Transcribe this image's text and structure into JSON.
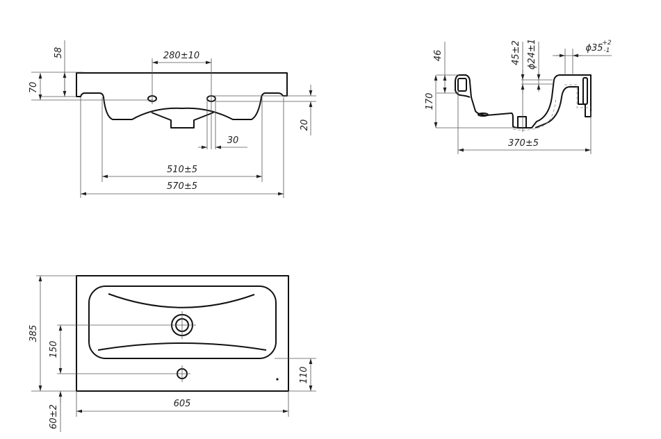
{
  "drawing": {
    "front_view": {
      "dims": {
        "height_58": "58",
        "height_70": "70",
        "holes_280": "280±10",
        "offset_20": "20",
        "hole_30": "30",
        "width_510": "510±5",
        "width_570": "570±5"
      }
    },
    "side_view": {
      "dims": {
        "depth_46": "46",
        "height_170": "170",
        "drain_45": "45±2",
        "drain_d24": "ϕ24±1",
        "tap_d35": "ϕ35",
        "tap_d35_tol_upper": "+2",
        "tap_d35_tol_lower": "-1",
        "depth_370": "370±5"
      }
    },
    "top_view": {
      "dims": {
        "depth_385": "385",
        "drain_150": "150",
        "tap_110": "110",
        "width_605": "605",
        "overhang_60": "60±2"
      }
    }
  }
}
